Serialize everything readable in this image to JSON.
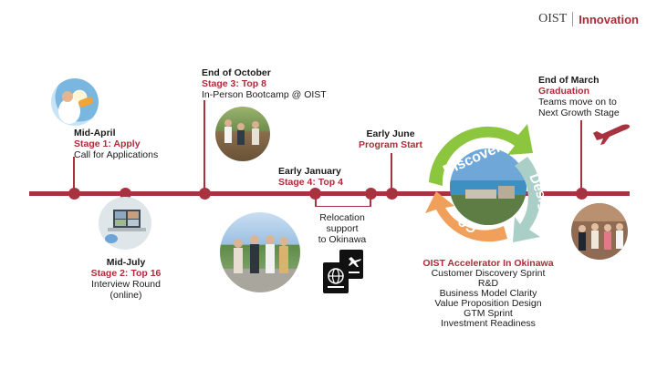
{
  "brand": {
    "org": "OIST",
    "unit": "Innovation"
  },
  "colors": {
    "accent": "#a8323f",
    "stage": "#b02a37",
    "discover": "#8cc63f",
    "design": "#a9cfc6",
    "go": "#f0a05a"
  },
  "milestones": {
    "apply": {
      "date": "Mid-April",
      "stage": "Stage 1: Apply",
      "desc": "Call for Applications"
    },
    "interview": {
      "date": "Mid-July",
      "stage": "Stage 2: Top 16",
      "desc1": "Interview Round",
      "desc2": "(online)"
    },
    "bootcamp": {
      "date": "End of October",
      "stage": "Stage 3: Top 8",
      "desc": "In-Person Bootcamp @ OIST"
    },
    "top4": {
      "date": "Early January",
      "stage": "Stage 4: Top 4"
    },
    "relocation": {
      "line1": "Relocation",
      "line2": "support",
      "line3": "to Okinawa"
    },
    "program": {
      "date": "Early June",
      "stage": "Program Start"
    },
    "graduation": {
      "date": "End of March",
      "stage": "Graduation",
      "desc1": "Teams move on to",
      "desc2": "Next Growth Stage"
    }
  },
  "cycle": {
    "discover": "Discover",
    "design": "Design",
    "go": "Go"
  },
  "accelerator": {
    "title": "OIST Accelerator In Okinawa",
    "items": [
      "Customer Discovery Sprint",
      "R&D",
      "Business Model Clarity",
      "Value Proposition Design",
      "GTM Sprint",
      "Investment Readiness"
    ]
  },
  "icons": {
    "passport": "passport-icon",
    "airplane": "airplane-departure-icon"
  }
}
